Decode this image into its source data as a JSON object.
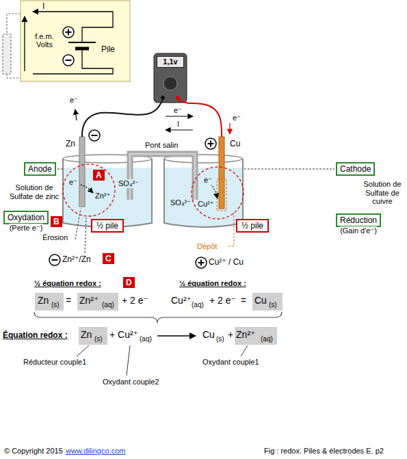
{
  "diagram": {
    "nodes": [
      {
        "text": [
          "f.e.m. Volts",
          "Pile"
        ]
      },
      {
        "text": [
          "1,1v"
        ]
      },
      {
        "text": [
          "Anode"
        ]
      },
      {
        "text": [
          "A"
        ]
      },
      {
        "text": [
          "Cathode"
        ]
      },
      {
        "text": [
          "Oxydation",
          "(Perte e⁻)"
        ]
      },
      {
        "text": [
          "B"
        ]
      },
      {
        "text": [
          "½ pile"
        ]
      },
      {
        "text": [
          "½ pile"
        ]
      },
      {
        "text": [
          "Réduction",
          "(Gain d'e⁻)"
        ]
      },
      {
        "text": [
          "C"
        ]
      },
      {
        "text": [
          "D"
        ]
      }
    ],
    "labels": [
      "I",
      "e⁻",
      "e⁻",
      "I",
      "e⁻",
      "Pont salin",
      "Zn",
      "Cu",
      "Solution de Sulfate de zinc",
      "Solution de Sulfate de cuivre",
      "e⁻",
      "Zn²⁺",
      "SO₄²⁻",
      "SO₄²⁻",
      "Cu²⁺",
      "e⁻",
      "Érosion",
      "Dépôt",
      "Zn²⁺/Zn",
      "Cu²⁺ / Cu",
      "½ équation redox :",
      "½ équation redox :",
      "Zn",
      "(s)",
      "=",
      "Zn²⁺",
      "(aq)",
      "+ 2 e⁻",
      "Cu²⁺",
      "(aq)",
      "+ 2 e⁻",
      "=",
      "Cu",
      "(s)",
      "Équation redox :",
      "Zn",
      "(s)",
      "+ Cu²⁺",
      "(aq)",
      "Cu",
      "(s)",
      "+ Zn²⁺",
      "(aq)",
      "Réducteur couple1",
      "Oxydant couple2",
      "Oxydant couple1",
      "© Copyright 2015",
      "www.dilingco.com",
      "Fig : redox. Piles & électrodes E. p2"
    ]
  }
}
